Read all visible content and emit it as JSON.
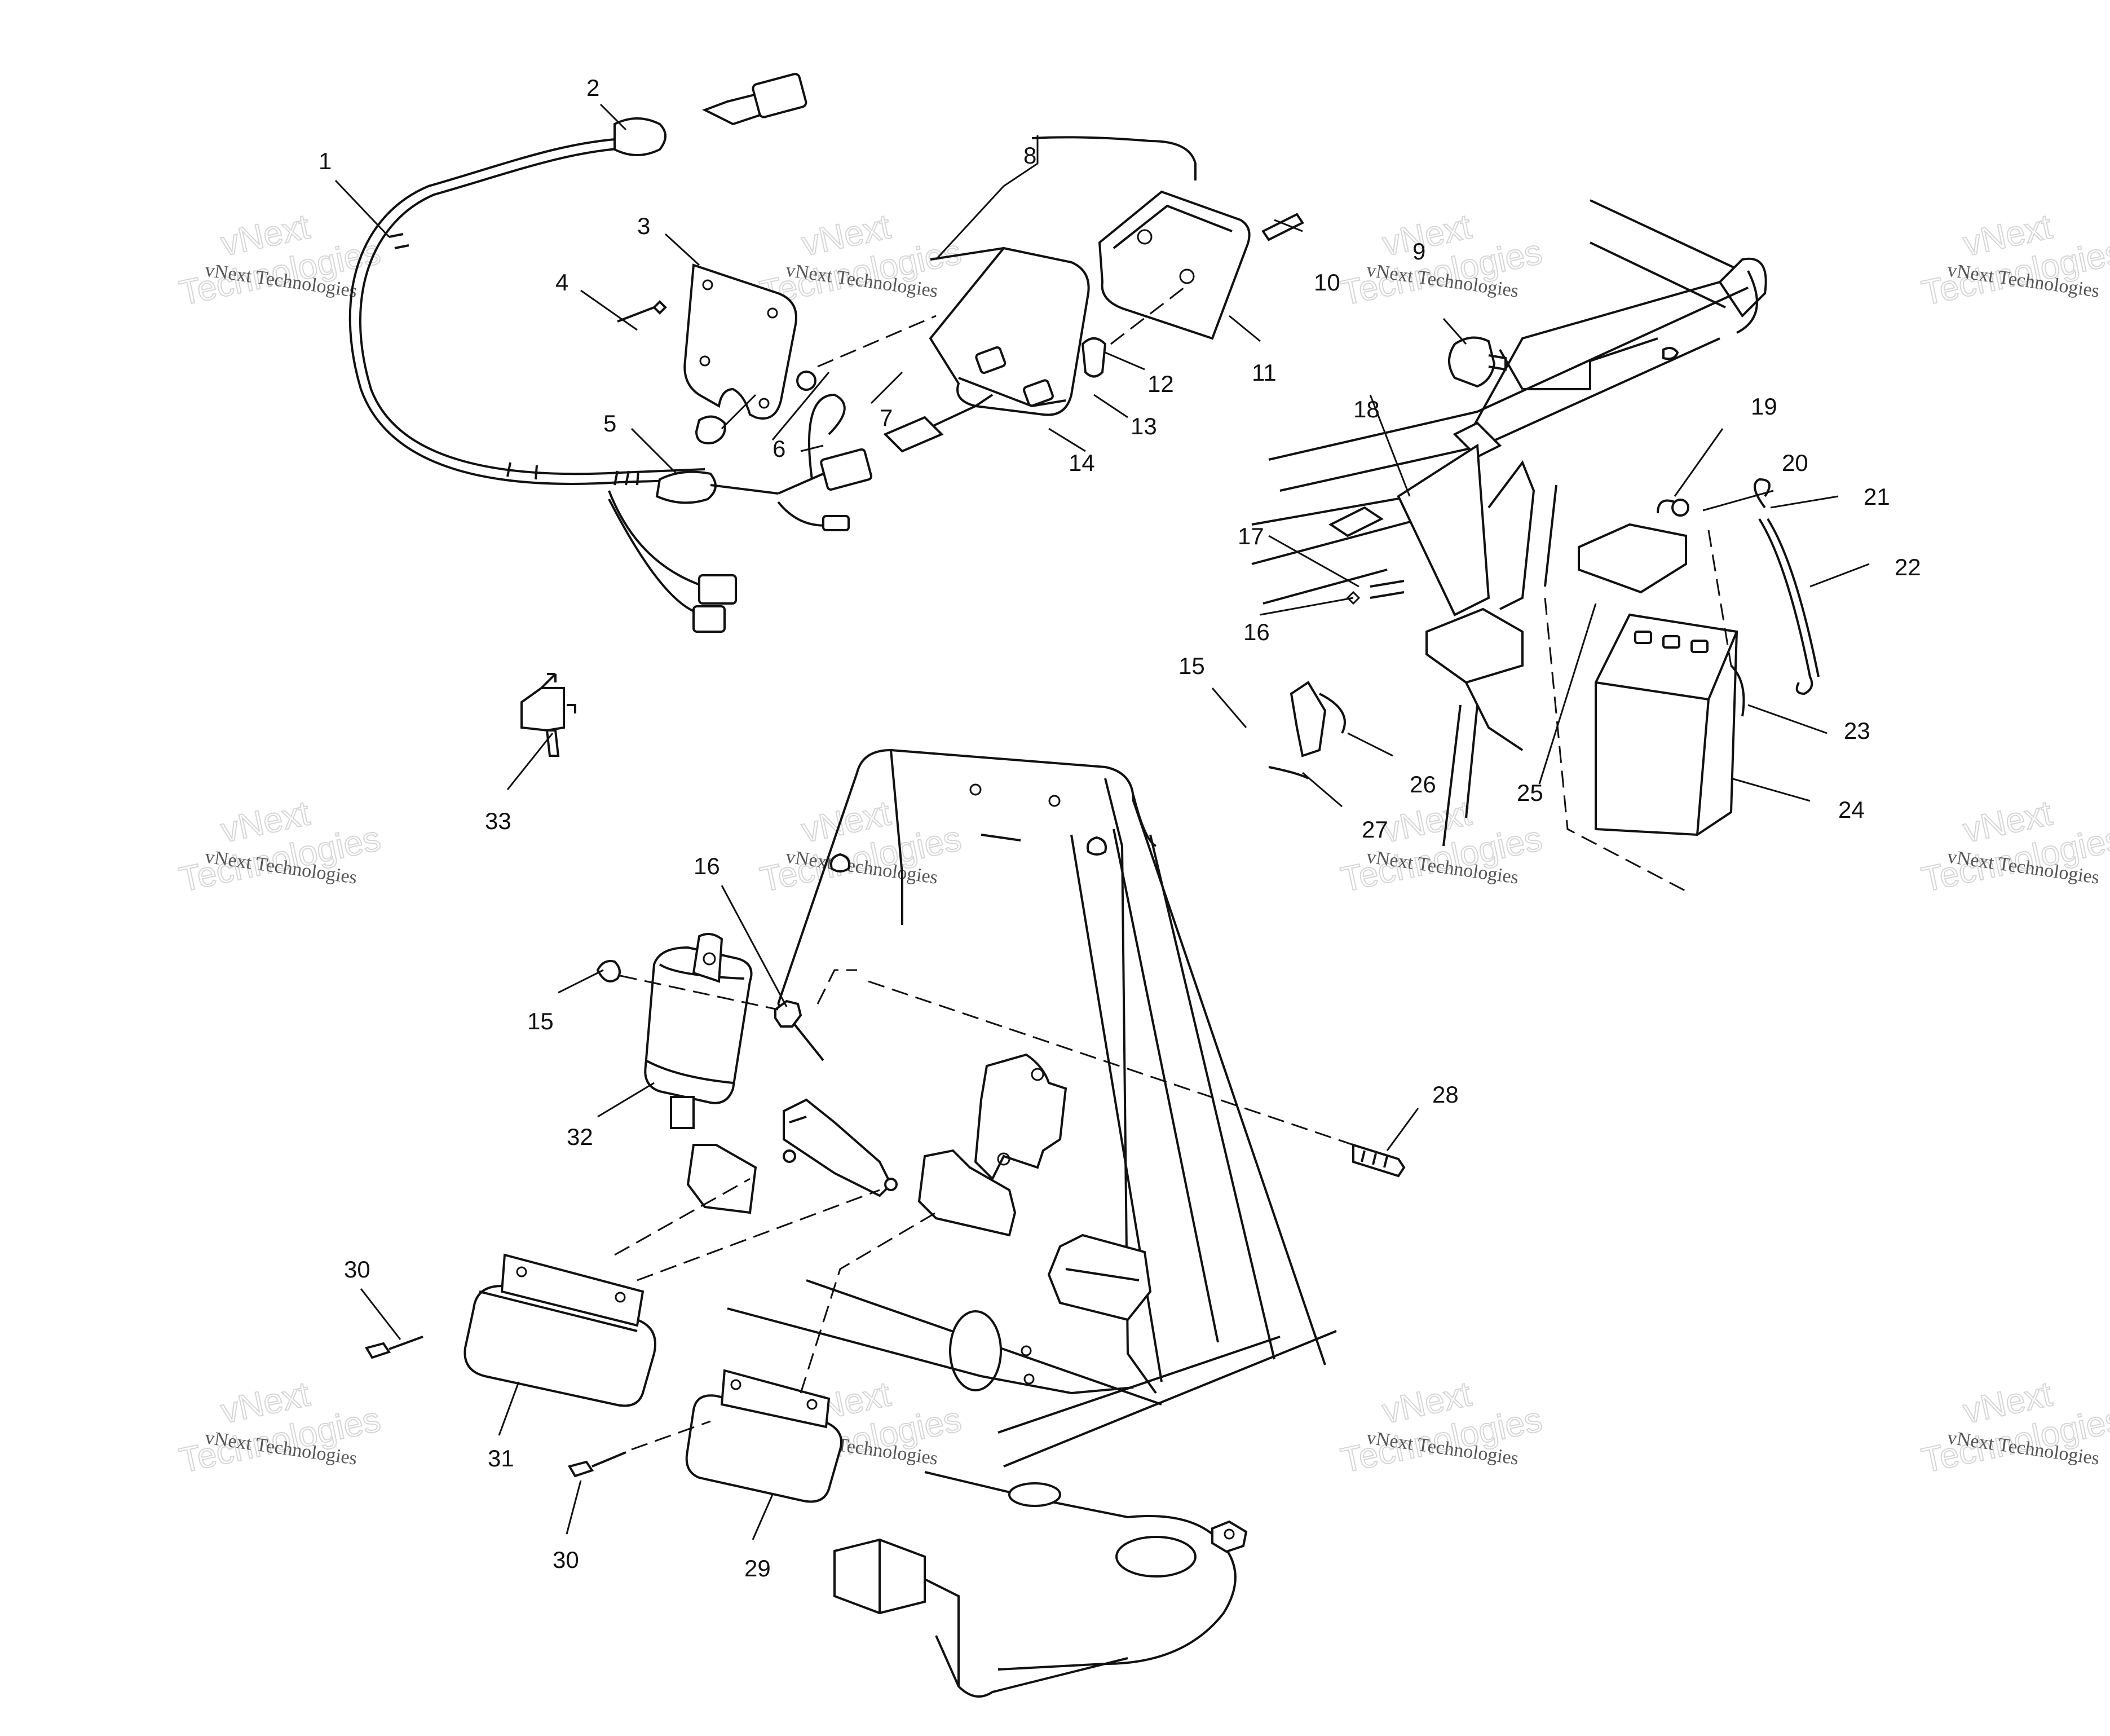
{
  "diagram": {
    "colors": {
      "line": "#111111",
      "background": "#ffffff",
      "watermark": "#d6d6d6"
    },
    "watermark": {
      "line1": "vNext Technologies",
      "line2": "vNext",
      "line3": "Technologies"
    },
    "callouts": [
      "1",
      "2",
      "3",
      "4",
      "5",
      "6",
      "7",
      "8",
      "9",
      "10",
      "11",
      "12",
      "13",
      "14",
      "15",
      "16",
      "17",
      "18",
      "19",
      "20",
      "21",
      "22",
      "23",
      "24",
      "25",
      "26",
      "27",
      "15",
      "16",
      "28",
      "29",
      "30",
      "30",
      "31",
      "32",
      "33"
    ]
  }
}
